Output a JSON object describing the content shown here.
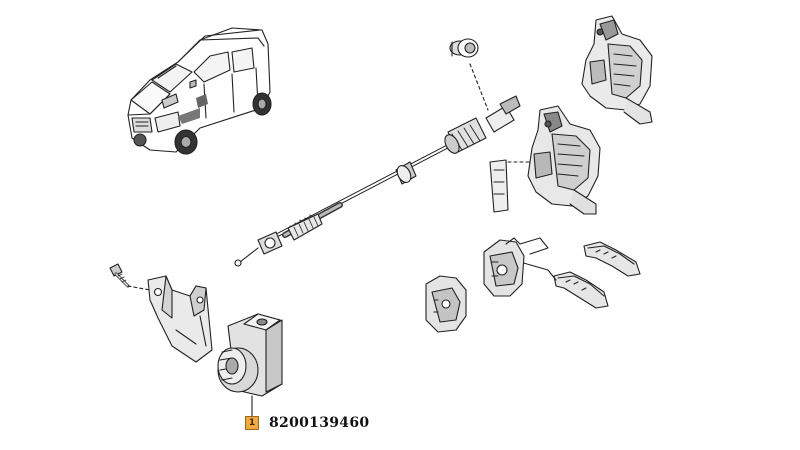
{
  "callout": {
    "ref": "1",
    "part_number": "8200139460",
    "badge_color": "#f2a93b"
  },
  "parts": [
    "van-illustration",
    "gear-cable",
    "cable-grommet",
    "cable-clip",
    "lock-mechanism-upper",
    "lock-mechanism-middle",
    "door-handle-upper",
    "door-handle-lower",
    "latch-center",
    "latch-small",
    "bolt",
    "mounting-bracket",
    "lock-barrel-housing"
  ]
}
